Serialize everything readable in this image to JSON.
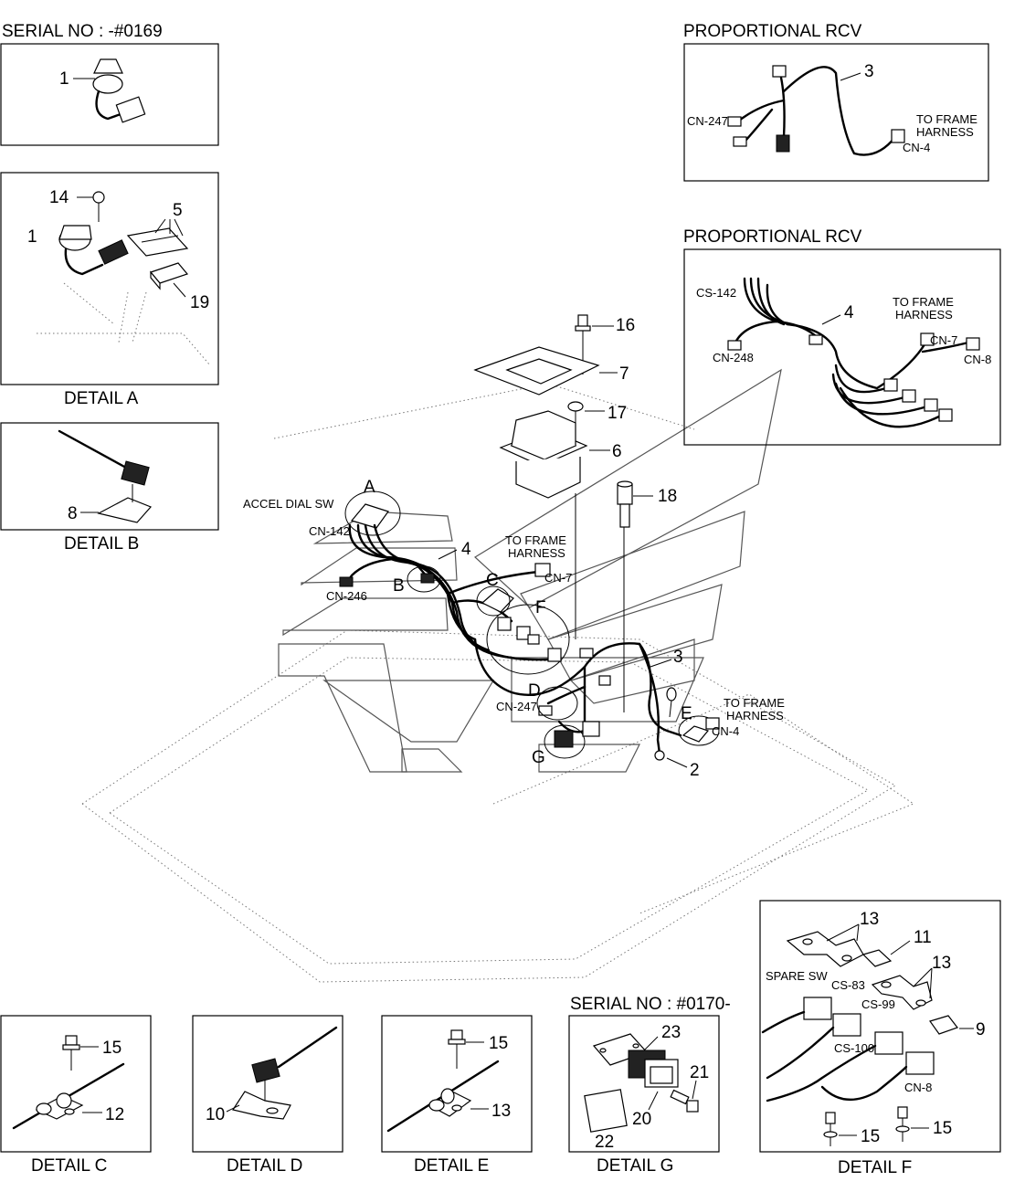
{
  "labels": {
    "serial_top": "SERIAL NO : -#0169",
    "serial_bottom": "SERIAL NO : #0170-",
    "prop_rcv_1": "PROPORTIONAL RCV",
    "prop_rcv_2": "PROPORTIONAL RCV",
    "accel_dial_sw": "ACCEL DIAL SW",
    "to_frame_1a": "TO FRAME",
    "to_frame_1b": "HARNESS",
    "to_frame_2a": "TO FRAME",
    "to_frame_2b": "HARNESS",
    "to_frame_3a": "TO FRAME",
    "to_frame_3b": "HARNESS",
    "to_frame_4a": "TO FRAME",
    "to_frame_4b": "HARNESS",
    "spare_sw": "SPARE SW"
  },
  "details": {
    "a": "DETAIL A",
    "b": "DETAIL B",
    "c": "DETAIL C",
    "d": "DETAIL D",
    "e": "DETAIL E",
    "f": "DETAIL F",
    "g": "DETAIL G"
  },
  "connectors": {
    "cn247_top": "CN-247",
    "cn4_top": "CN-4",
    "cs142_top": "CS-142",
    "cn248": "CN-248",
    "cn7_top": "CN-7",
    "cn8_top": "CN-8",
    "cn142": "CN-142",
    "cn246": "CN-246",
    "cn7_main": "CN-7",
    "cn247_main": "CN-247",
    "cn4_main": "CN-4",
    "cs83": "CS-83",
    "cs99": "CS-99",
    "cs100": "CS-100",
    "cn8_f": "CN-8"
  },
  "letters": {
    "A": "A",
    "B": "B",
    "C": "C",
    "D": "D",
    "E": "E",
    "F": "F",
    "G": "G"
  },
  "parts": {
    "p1a": "1",
    "p1b": "1",
    "p2": "2",
    "p3top": "3",
    "p3": "3",
    "p4top": "4",
    "p4": "4",
    "p5": "5",
    "p6": "6",
    "p7": "7",
    "p8": "8",
    "p9": "9",
    "p10": "10",
    "p11": "11",
    "p12": "12",
    "p13c": "13",
    "p13a": "13",
    "p13b": "13",
    "p14": "14",
    "p15c": "15",
    "p15e": "15",
    "p15f1": "15",
    "p15f2": "15",
    "p16": "16",
    "p17": "17",
    "p18": "18",
    "p19": "19",
    "p20": "20",
    "p21": "21",
    "p22": "22",
    "p23": "23"
  }
}
